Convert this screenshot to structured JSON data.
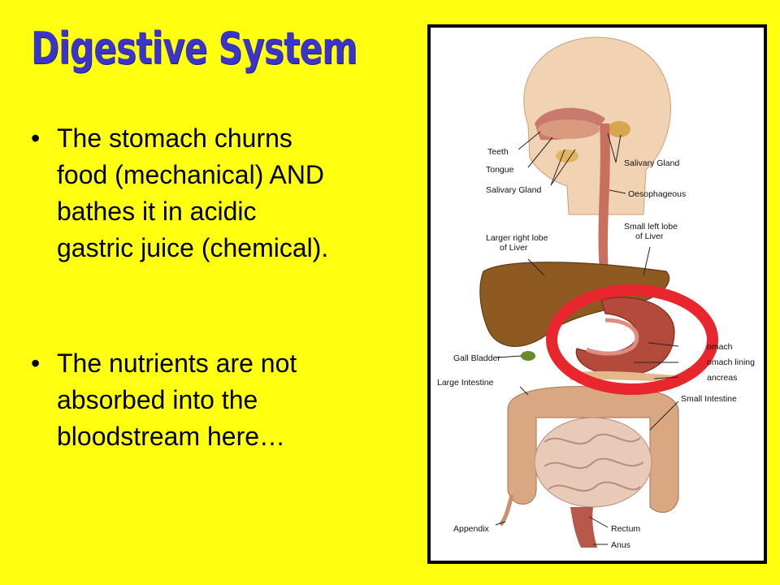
{
  "slide": {
    "title": "Digestive System",
    "bullets": [
      {
        "marker": "•",
        "text": "The stomach churns\nfood (mechanical) AND\nbathes it in acidic\ngastric juice (chemical)."
      },
      {
        "marker": "•",
        "text": "The nutrients are not\nabsorbed into the\nbloodstream here…"
      }
    ]
  },
  "diagram": {
    "labels": {
      "teeth": "Teeth",
      "tongue": "Tongue",
      "salivary_gland_left": "Salivary Gland",
      "salivary_gland_right": "Salivary Gland",
      "oesophageous": "Oesophageous",
      "liver_right_1": "Larger right lobe",
      "liver_right_2": "of Liver",
      "liver_left_1": "Small left lobe",
      "liver_left_2": "of Liver",
      "stomach": "omach",
      "stomach_lining": "omach lining",
      "pancreas": "ancreas",
      "gall_bladder": "Gall Bladder",
      "large_intestine": "Large Intestine",
      "small_intestine": "Small Intestine",
      "appendix": "Appendix",
      "rectum": "Rectum",
      "anus": "Anus"
    },
    "colors": {
      "background": "#FFFF10",
      "title": "#3A34C8",
      "highlight_ring": "#E8262E",
      "liver": "#8E5A22",
      "stomach": "#B44A3C",
      "intestine": "#E9C9B8",
      "skin": "#F1D2B2"
    }
  }
}
